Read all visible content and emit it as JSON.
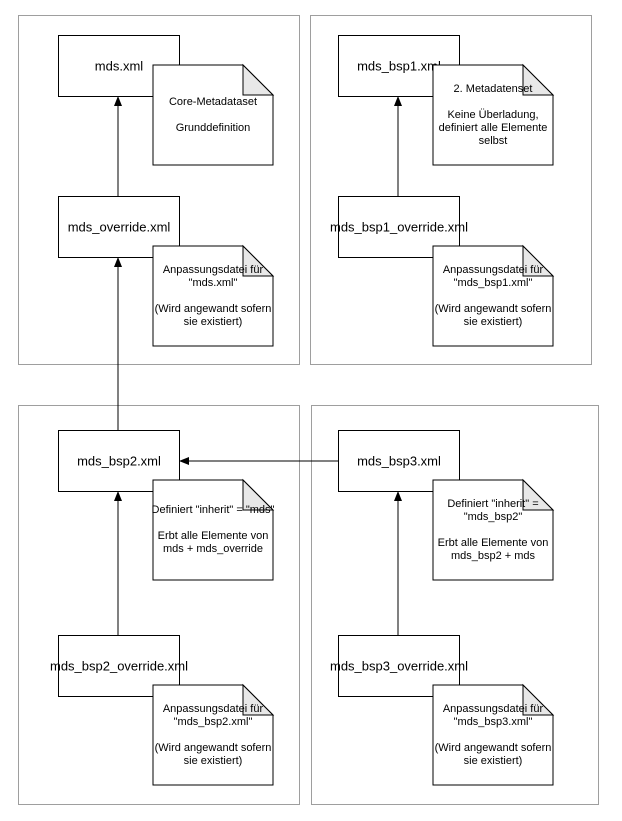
{
  "colors": {
    "background": "#ffffff",
    "container_border": "#9e9e9e",
    "shape_border": "#000000",
    "note_fold": "#e8e8e8",
    "text": "#000000"
  },
  "nodes": {
    "mds": {
      "label": "mds.xml"
    },
    "mds_override": {
      "label": "mds_override.xml"
    },
    "mds_bsp1": {
      "label": "mds_bsp1.xml"
    },
    "mds_bsp1_override": {
      "label": "mds_bsp1_override.xml"
    },
    "mds_bsp2": {
      "label": "mds_bsp2.xml"
    },
    "mds_bsp2_override": {
      "label": "mds_bsp2_override.xml"
    },
    "mds_bsp3": {
      "label": "mds_bsp3.xml"
    },
    "mds_bsp3_override": {
      "label": "mds_bsp3_override.xml"
    }
  },
  "notes": {
    "core": {
      "text": "Core-Metadataset\n\nGrunddefinition"
    },
    "mds_override_note": {
      "text": "Anpassungsdatei für\n\"mds.xml\"\n\n(Wird angewandt sofern\nsie existiert)"
    },
    "bsp1_note": {
      "text": "2. Metadatenset\n\nKeine Überladung,\ndefiniert alle Elemente\nselbst"
    },
    "bsp1_override_note": {
      "text": "Anpassungsdatei für\n\"mds_bsp1.xml\"\n\n(Wird angewandt sofern\nsie existiert)"
    },
    "bsp2_note": {
      "text": "Definiert \"inherit\" = \"mds\"\n\nErbt alle Elemente von\nmds + mds_override"
    },
    "bsp2_override_note": {
      "text": "Anpassungsdatei für\n\"mds_bsp2.xml\"\n\n(Wird angewandt sofern\nsie existiert)"
    },
    "bsp3_note": {
      "text": "Definiert \"inherit\" =\n\"mds_bsp2\"\n\nErbt alle Elemente von\nmds_bsp2 + mds"
    },
    "bsp3_override_note": {
      "text": "Anpassungsdatei für\n\"mds_bsp3.xml\"\n\n(Wird angewandt sofern\nsie existiert)"
    }
  }
}
